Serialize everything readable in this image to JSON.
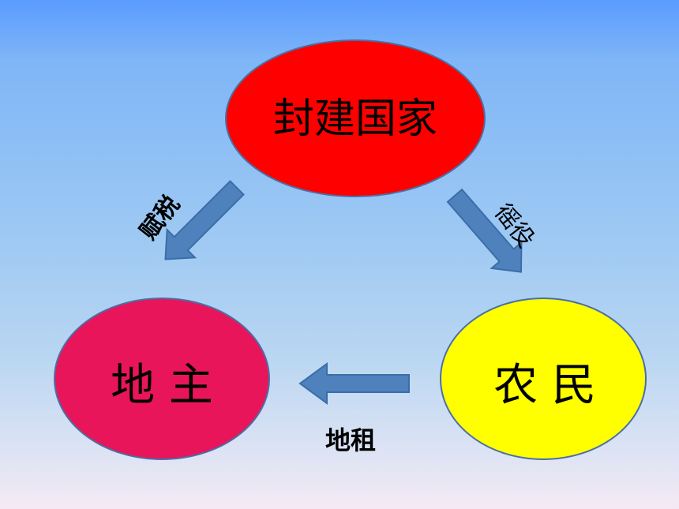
{
  "diagram": {
    "nodes": {
      "state": {
        "label": "封建国家",
        "color": "#ff0000"
      },
      "landlord": {
        "label": "地 主",
        "color": "#e8155a"
      },
      "peasant": {
        "label": "农 民",
        "color": "#ffff00"
      }
    },
    "edges": {
      "tax": {
        "label": "赋税",
        "color": "#4f81bd"
      },
      "corvee": {
        "label": "徭役",
        "color": "#4f81bd"
      },
      "rent": {
        "label": "地租",
        "color": "#4f81bd"
      }
    }
  }
}
